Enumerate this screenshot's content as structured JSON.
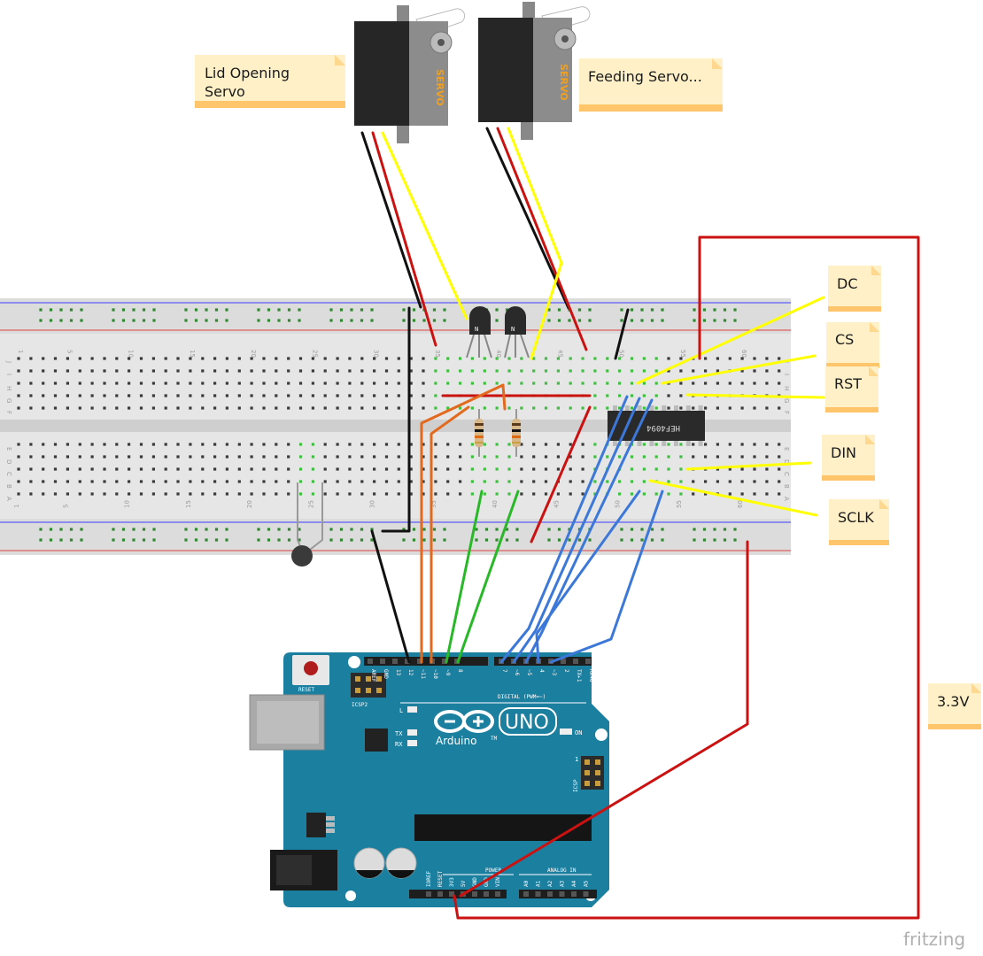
{
  "notes": {
    "lid": [
      "Lid Opening",
      "Servo"
    ],
    "feeding": "Feeding Servo...",
    "dc": "DC",
    "cs": "CS",
    "rst": "RST",
    "din": "DIN",
    "sclk": "SCLK",
    "v33": "3.3V"
  },
  "servo_label": "SERVO",
  "chip_label": "HEF4094",
  "arduino": {
    "brand": "Arduino",
    "tm": "TM",
    "model": "UNO",
    "reset": "RESET",
    "icsp2": "ICSP2",
    "icsp": "ICSP",
    "digital": "DIGITAL (PWM=~)",
    "on": "ON",
    "l": "L",
    "tx": "TX",
    "rx": "RX",
    "one": "1",
    "power": "POWER",
    "analog": "ANALOG IN",
    "digital_pins": [
      "AREF",
      "GND",
      "13",
      "12",
      "~11",
      "~10",
      "~9",
      "8",
      "7",
      "~6",
      "~5",
      "4",
      "~3",
      "2",
      "TX▸1",
      "RX◂0"
    ],
    "power_pins": [
      "IOREF",
      "RESET",
      "3V3",
      "5V",
      "GND",
      "GND",
      "VIN"
    ],
    "analog_pins": [
      "A0",
      "A1",
      "A2",
      "A3",
      "A4",
      "A5"
    ]
  },
  "breadboard": {
    "row_letters_top": [
      "J",
      "I",
      "H",
      "G",
      "F"
    ],
    "row_letters_bottom": [
      "E",
      "D",
      "C",
      "B",
      "A"
    ],
    "column_numbers": [
      "1",
      "5",
      "10",
      "15",
      "20",
      "25",
      "30",
      "35",
      "40",
      "45",
      "50",
      "55",
      "60"
    ]
  },
  "watermark": "fritzing"
}
